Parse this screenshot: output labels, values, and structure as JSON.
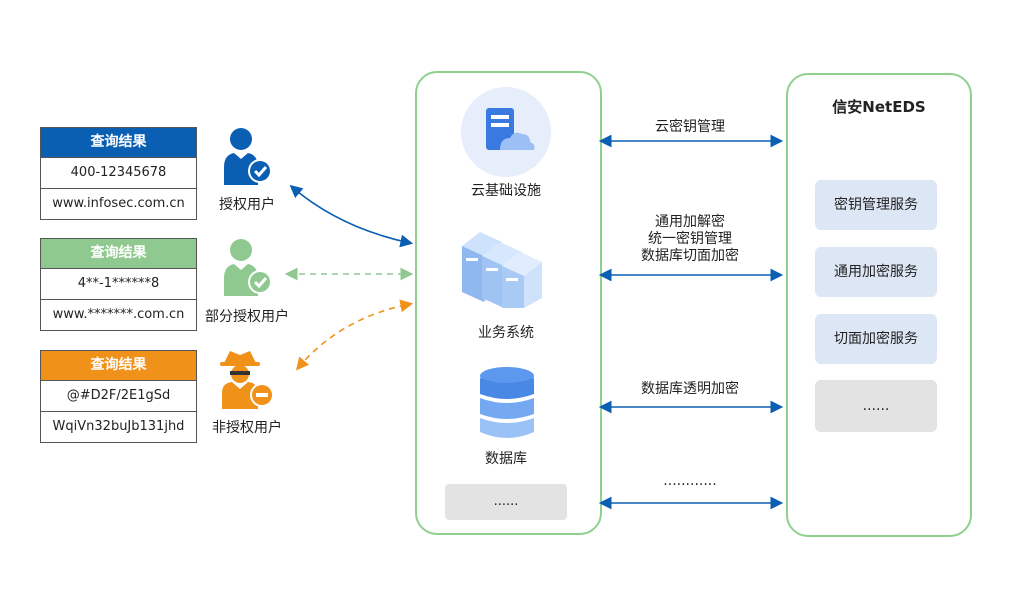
{
  "cards": [
    {
      "header": "查询结果",
      "color": "#0b5fb3",
      "rows": [
        "400-12345678",
        "www.infosec.com.cn"
      ]
    },
    {
      "header": "查询结果",
      "color": "#8fc98f",
      "rows": [
        "4**-1******8",
        "www.*******.com.cn"
      ]
    },
    {
      "header": "查询结果",
      "color": "#f0921a",
      "rows": [
        "@#D2F/2E1gSd",
        "WqiVn32buJb131jhd"
      ]
    }
  ],
  "users": {
    "authorized": "授权用户",
    "partial": "部分授权用户",
    "unauthorized": "非授权用户"
  },
  "business_panel": {
    "cloud": "云基础设施",
    "system": "业务系统",
    "database": "数据库",
    "more": "......"
  },
  "links": {
    "kms": "云密钥管理",
    "multi": [
      "通用加解密",
      "统一密钥管理",
      "数据库切面加密"
    ],
    "tde": "数据库透明加密",
    "more": "............"
  },
  "eds_panel": {
    "title": "信安NetEDS",
    "services": [
      "密钥管理服务",
      "通用加密服务",
      "切面加密服务",
      "......"
    ]
  },
  "colors": {
    "blue": "#0b5fb3",
    "green": "#8fc98f",
    "orange": "#f0921a",
    "panel_border": "#8fd08f",
    "service_bg": "#dde6f5"
  }
}
